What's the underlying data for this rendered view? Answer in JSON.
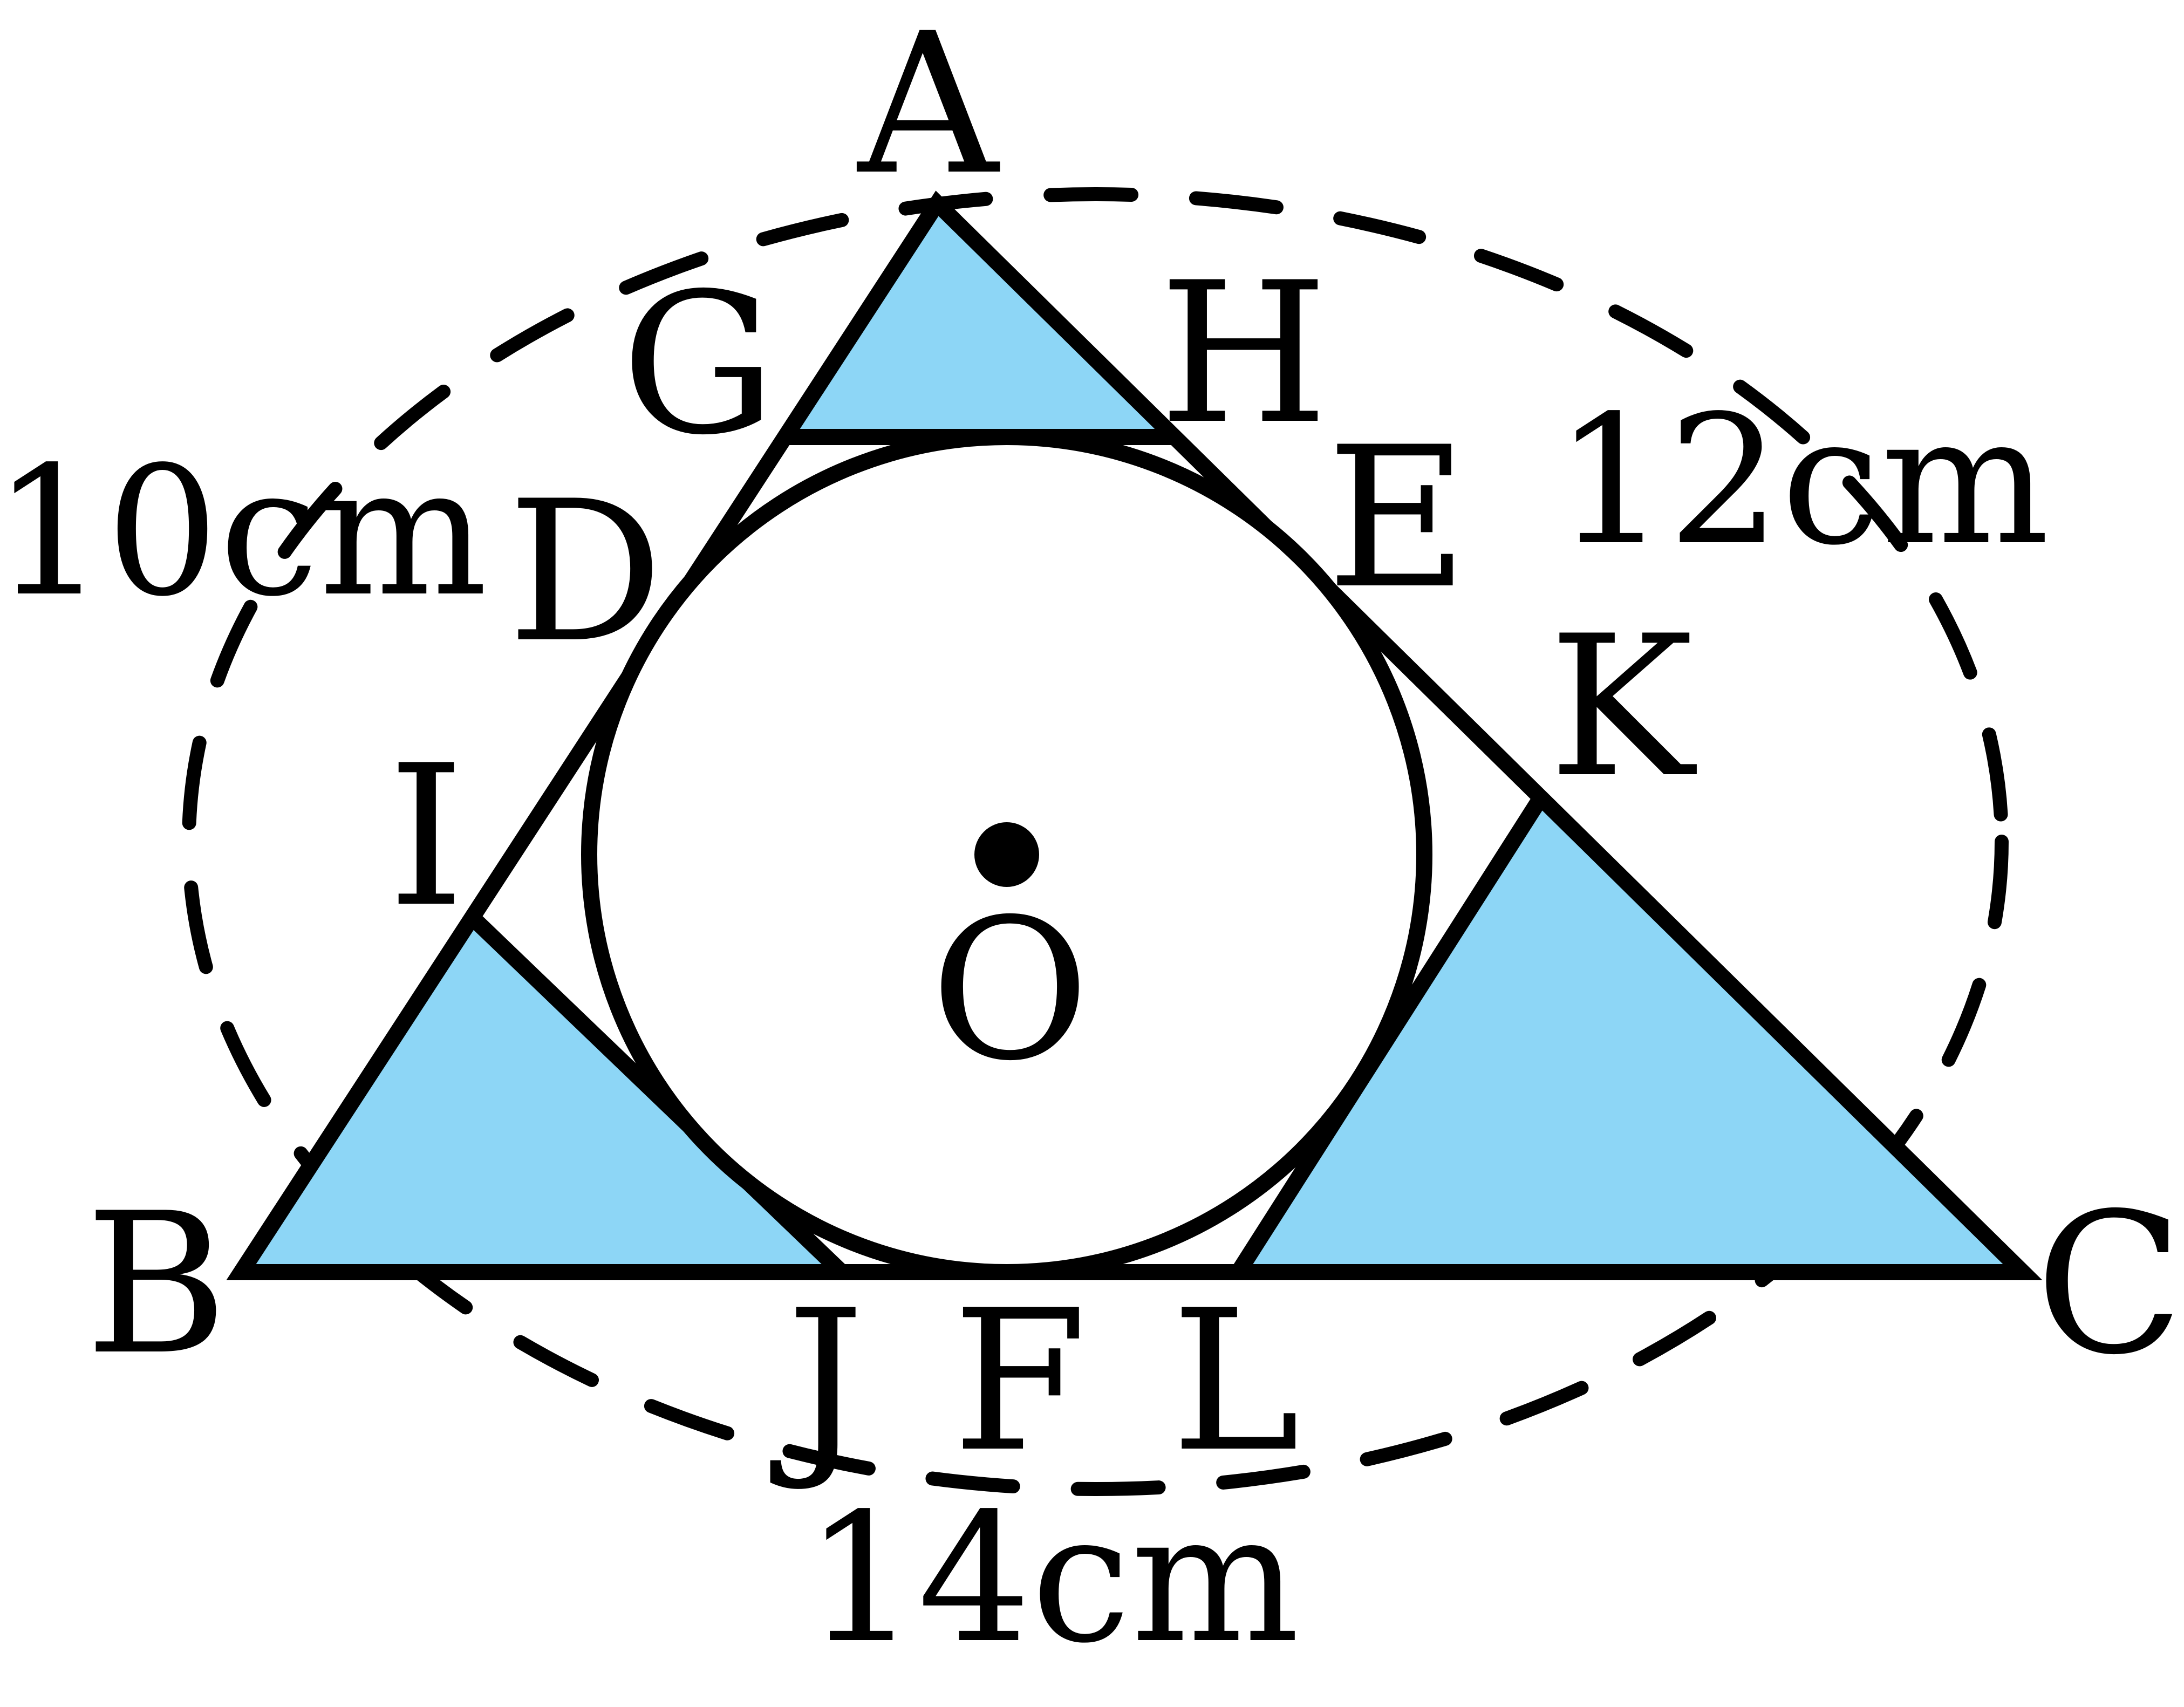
{
  "colors": {
    "stroke": "#000000",
    "fill": "#8dd6f6",
    "background": "#ffffff"
  },
  "labels": {
    "A": "A",
    "B": "B",
    "C": "C",
    "D": "D",
    "E": "E",
    "F": "F",
    "G": "G",
    "H": "H",
    "I": "I",
    "J": "J",
    "K": "K",
    "L": "L",
    "O": "O"
  },
  "dimensions": {
    "ab": "10cm",
    "ac": "12cm",
    "bc": "14cm"
  }
}
